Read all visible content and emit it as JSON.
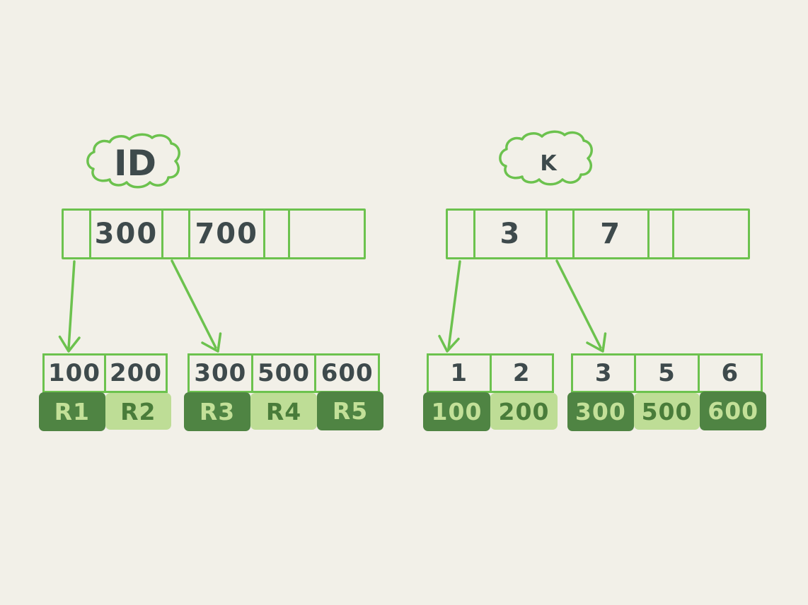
{
  "title": "B-tree index diagrams",
  "colors": {
    "background": "#f2f0e8",
    "stroke": "#6cc24e",
    "ink": "#3e4a4c",
    "dark_fill": "#4f8443",
    "light_fill": "#bedd96",
    "text_on_dark": "#c3e098",
    "text_on_light": "#497c3a"
  },
  "left": {
    "label": "ID",
    "root": {
      "cells": [
        "",
        "300",
        "",
        "700",
        "",
        ""
      ]
    },
    "leaves": [
      {
        "keys": [
          "100",
          "200"
        ],
        "values": [
          {
            "text": "R1",
            "shade": "dark"
          },
          {
            "text": "R2",
            "shade": "light"
          }
        ]
      },
      {
        "keys": [
          "300",
          "500",
          "600"
        ],
        "values": [
          {
            "text": "R3",
            "shade": "dark"
          },
          {
            "text": "R4",
            "shade": "light"
          },
          {
            "text": "R5",
            "shade": "dark"
          }
        ]
      }
    ]
  },
  "right": {
    "label": "K",
    "root": {
      "cells": [
        "",
        "3",
        "",
        "7",
        "",
        ""
      ]
    },
    "leaves": [
      {
        "keys": [
          "1",
          "2"
        ],
        "values": [
          {
            "text": "100",
            "shade": "dark"
          },
          {
            "text": "200",
            "shade": "light"
          }
        ]
      },
      {
        "keys": [
          "3",
          "5",
          "6"
        ],
        "values": [
          {
            "text": "300",
            "shade": "dark"
          },
          {
            "text": "500",
            "shade": "light"
          },
          {
            "text": "600",
            "shade": "dark"
          }
        ]
      }
    ]
  }
}
